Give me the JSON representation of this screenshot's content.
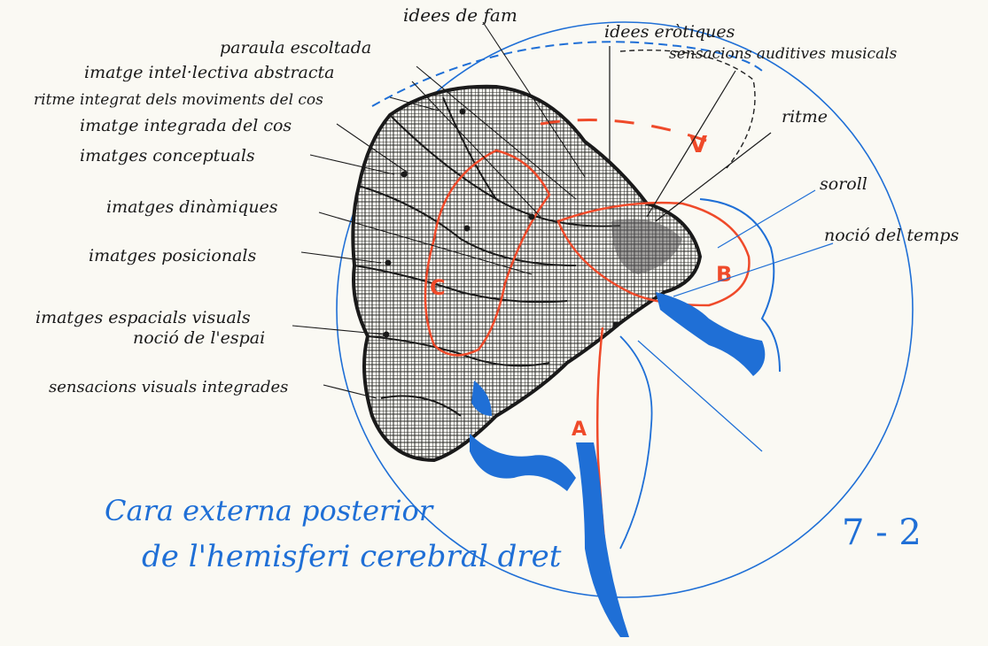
{
  "labels": {
    "idees_fam": "idees de fam",
    "idees_erotiques": "idees eròtiques",
    "paraula_escoltada": "paraula escoltada",
    "sensacions_auditives": "sensacions auditives musicals",
    "imatge_intellectiva": "imatge intel·lectiva abstracta",
    "ritme_integrat": "ritme integrat dels moviments del cos",
    "ritme": "ritme",
    "imatge_integrada": "imatge integrada del cos",
    "imatges_conceptuals": "imatges conceptuals",
    "soroll": "soroll",
    "imatges_dinamiques": "imatges dinàmiques",
    "nocio_temps": "noció del temps",
    "imatges_posicionals": "imatges posicionals",
    "imatges_espacials": "imatges espacials visuals",
    "nocio_espai": "noció de l'espai",
    "sensacions_visuals": "sensacions visuals integrades"
  },
  "regions": {
    "A": "A",
    "B": "B",
    "C": "C",
    "V": "V"
  },
  "caption": {
    "line1": "Cara externa posterior",
    "line2": "de l'hemisferi cerebral dret"
  },
  "figure_number": "7 - 2",
  "colors": {
    "ink": "#1a1a1a",
    "blue": "#1f6fd6",
    "red": "#ef4a2a",
    "paper": "#faf9f3"
  }
}
